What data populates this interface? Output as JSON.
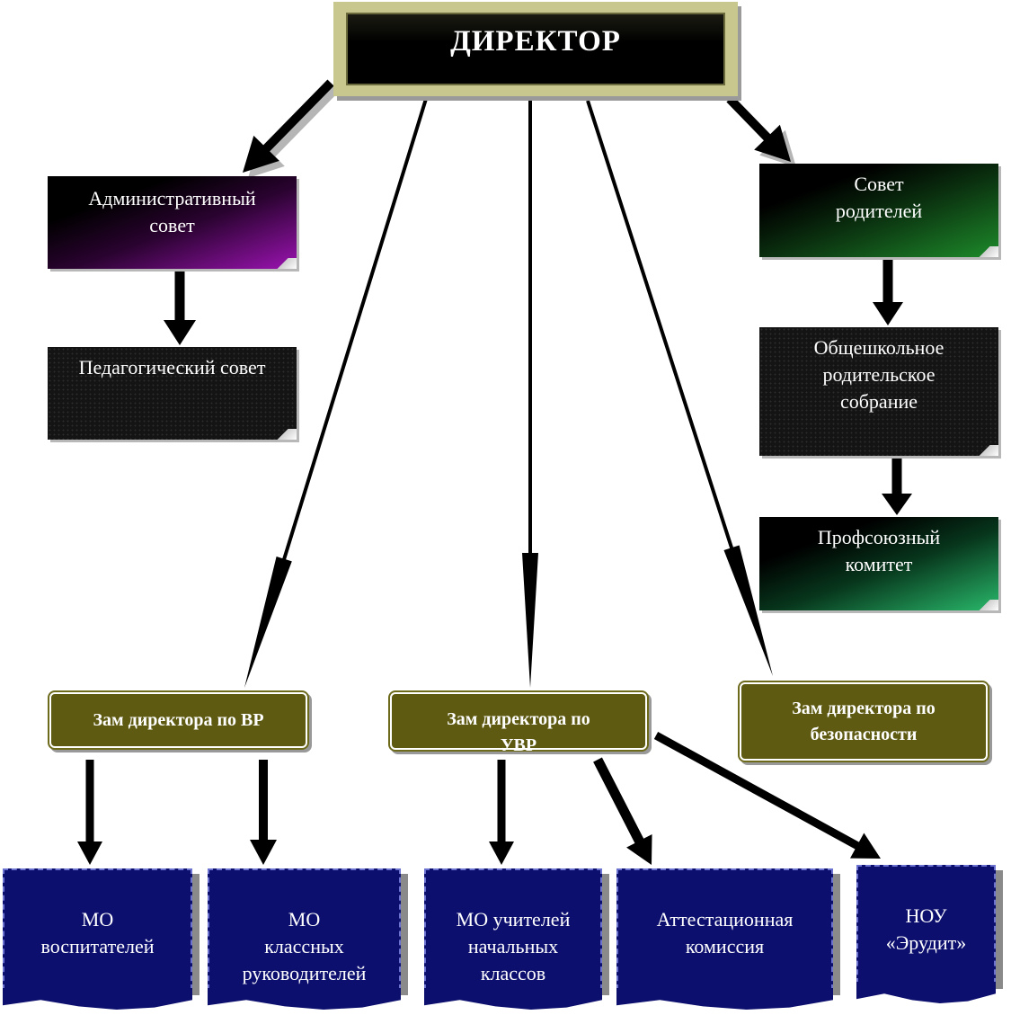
{
  "director": {
    "label": "ДИРЕКТОР"
  },
  "admin_council": {
    "label": "Административный\nсовет"
  },
  "ped_council": {
    "label": "Педагогический совет"
  },
  "parents_council": {
    "label": "Совет\nродителей"
  },
  "school_assembly": {
    "label": "Общешкольное\nродительское\nсобрание"
  },
  "union_committee": {
    "label": "Профсоюзный\nкомитет"
  },
  "deputy_vr": {
    "label": "Зам директора по ВР"
  },
  "deputy_uvr": {
    "label": "Зам директора по\nУВР"
  },
  "deputy_safety": {
    "label": "Зам директора по\nбезопасности"
  },
  "mo_educators": {
    "label": "МО\nвоспитателей"
  },
  "mo_class_teachers": {
    "label": "МО\nклассных\nруководителей"
  },
  "mo_primary_teachers": {
    "label": "МО учителей\nначальных\nклассов"
  },
  "attestation_commission": {
    "label": "Аттестационная\nкомиссия"
  },
  "nou_erudit": {
    "label": "НОУ\n«Эрудит»"
  },
  "colors": {
    "director_frame": "#c8c78e",
    "deputy_fill": "#5e5a12",
    "unit_fill": "#0c0f6e",
    "admin_accent": "#9a13b0",
    "parents_accent": "#1d8a2a",
    "union_accent": "#29b86a"
  }
}
